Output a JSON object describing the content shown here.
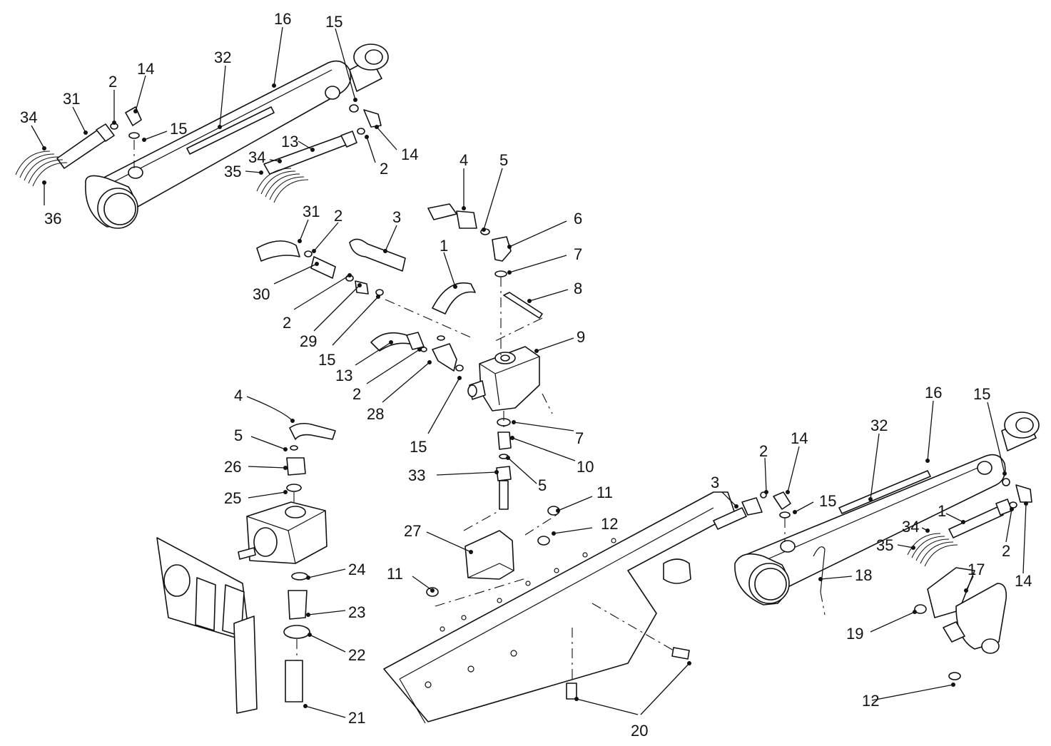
{
  "callouts": {
    "c01": "16",
    "c02": "15",
    "c03": "32",
    "c04": "14",
    "c05": "2",
    "c06": "31",
    "c07": "34",
    "c08": "15",
    "c09": "13",
    "c10": "34",
    "c11": "35",
    "c12": "14",
    "c13": "2",
    "c14": "36",
    "c15": "4",
    "c16": "5",
    "c17": "6",
    "c18": "7",
    "c19": "8",
    "c20": "31",
    "c21": "2",
    "c22": "3",
    "c23": "1",
    "c24": "30",
    "c25": "2",
    "c26": "29",
    "c27": "15",
    "c28": "9",
    "c29": "13",
    "c30": "2",
    "c31": "28",
    "c32": "15",
    "c33": "4",
    "c34": "5",
    "c35": "26",
    "c36": "25",
    "c37": "7",
    "c38": "10",
    "c39": "33",
    "c40": "5",
    "c41": "11",
    "c42": "12",
    "c43": "27",
    "c44": "11",
    "c45": "24",
    "c46": "23",
    "c47": "22",
    "c48": "21",
    "c49": "3",
    "c50": "2",
    "c51": "14",
    "c52": "15",
    "c53": "32",
    "c54": "16",
    "c55": "15",
    "c56": "1",
    "c57": "34",
    "c58": "35",
    "c59": "2",
    "c60": "14",
    "c61": "18",
    "c62": "17",
    "c63": "19",
    "c64": "12",
    "c65": "20"
  }
}
